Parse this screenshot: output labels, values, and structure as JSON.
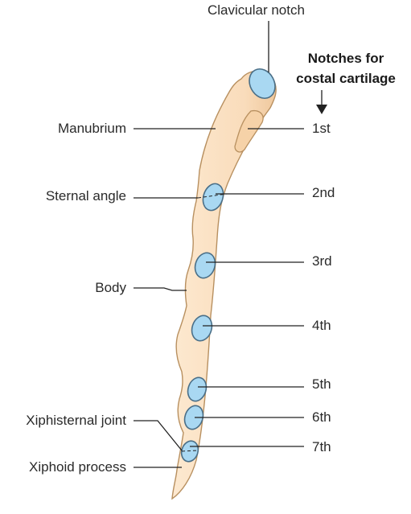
{
  "diagram": {
    "top_label": "Clavicular notch",
    "heading_line1": "Notches for",
    "heading_line2": "costal cartilage",
    "left_labels": {
      "manubrium": "Manubrium",
      "sternal_angle": "Sternal angle",
      "body": "Body",
      "xiphisternal_joint": "Xiphisternal joint",
      "xiphoid_process": "Xiphoid process"
    },
    "notches": [
      "1st",
      "2nd",
      "3rd",
      "4th",
      "5th",
      "6th",
      "7th"
    ],
    "colors": {
      "bone_fill": "#fbe3c6",
      "bone_stroke": "#b89060",
      "notch_fill": "#a9d8f2",
      "notch_stroke": "#4a6f88",
      "line": "#222222"
    }
  }
}
